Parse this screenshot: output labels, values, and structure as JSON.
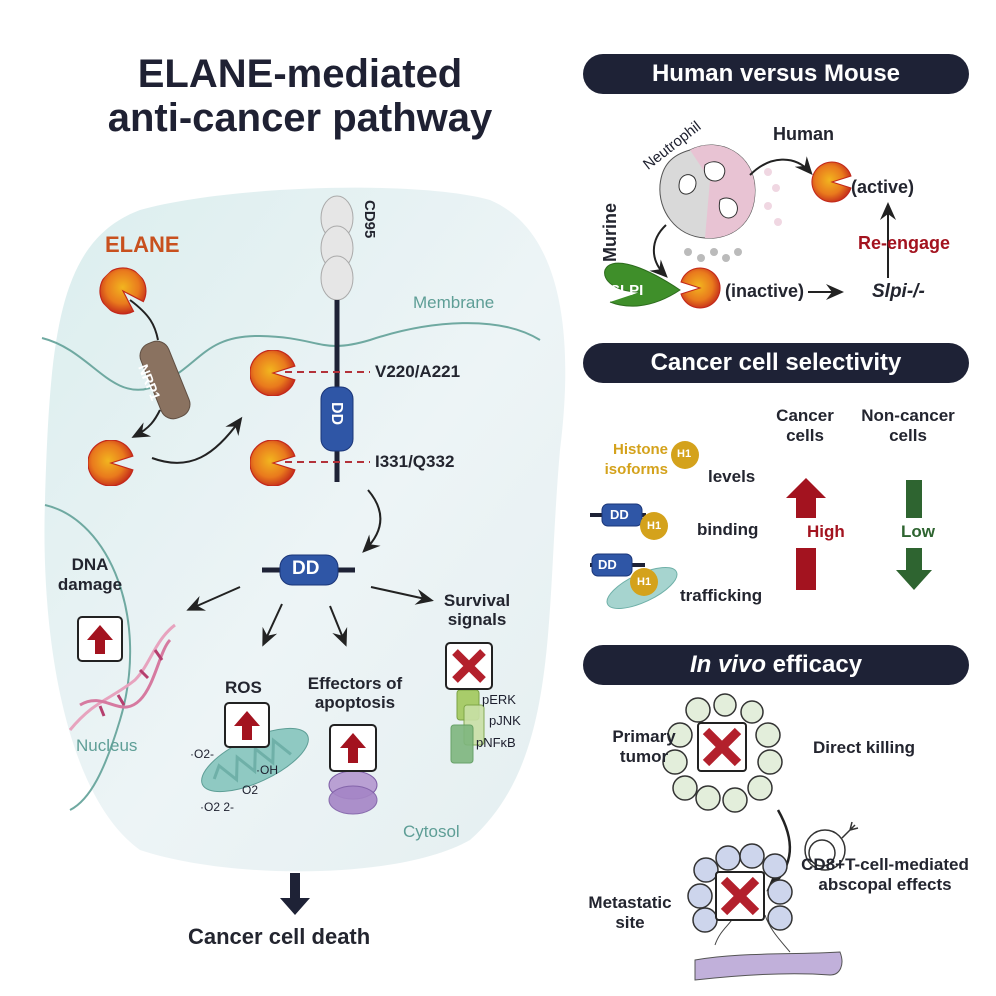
{
  "title": {
    "line1": "ELANE-mediated",
    "line2": "anti-cancer pathway"
  },
  "colors": {
    "navy": "#1e2236",
    "elane_orange": "#c8501e",
    "dd_blue": "#2f56a6",
    "red_arrow": "#a3131f",
    "green_arrow": "#2e6430",
    "membrane_teal": "#5e9e96",
    "h1_gold": "#d4a21c",
    "slpi_green": "#3f8f2a"
  },
  "pathway": {
    "elane_label": "ELANE",
    "nrp1_label": "NRP1",
    "cd95_label": "CD95",
    "membrane_label": "Membrane",
    "dd_label": "DD",
    "cleavage_site_1": "V220/A221",
    "cleavage_site_2": "I331/Q332",
    "dna_damage_label": "DNA damage",
    "nucleus_label": "Nucleus",
    "ros_label": "ROS",
    "ros_species": [
      "·O2-",
      "·OH",
      "O2",
      "·O2 2-"
    ],
    "effectors_label": "Effectors of apoptosis",
    "survival_label": "Survival signals",
    "survival_signals": [
      "pERK",
      "pJNK",
      "pNFκB"
    ],
    "cytosol_label": "Cytosol",
    "outcome": "Cancer cell death"
  },
  "human_vs_mouse": {
    "header": "Human versus Mouse",
    "neutrophil_label": "Neutrophil",
    "human_label": "Human",
    "murine_label": "Murine",
    "active_label": "(active)",
    "inactive_label": "(inactive)",
    "slpi_label": "SLPI",
    "knockout_label": "Slpi-/-",
    "reengage_label": "Re-engage"
  },
  "selectivity": {
    "header": "Cancer cell selectivity",
    "col_cancer": "Cancer cells",
    "col_noncancer": "Non-cancer cells",
    "histone_label": "Histone isoforms",
    "h1_label": "H1",
    "dd_label": "DD",
    "rows": [
      "levels",
      "binding",
      "trafficking"
    ],
    "high_label": "High",
    "low_label": "Low"
  },
  "in_vivo": {
    "header_italic": "In vivo",
    "header_rest": " efficacy",
    "primary_tumor": "Primary tumor",
    "direct_killing": "Direct killing",
    "metastatic_site": "Metastatic site",
    "abscopal": "CD8+T-cell-mediated abscopal effects"
  }
}
